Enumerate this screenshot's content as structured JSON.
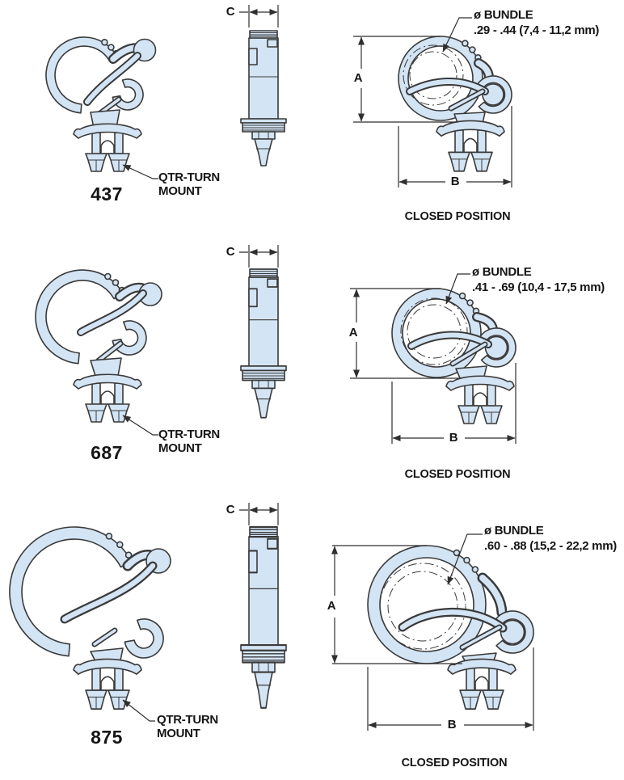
{
  "colors": {
    "part_fill": "#d3e4f4",
    "part_outline": "#3a3a3a",
    "dim_line": "#2f2f2f",
    "text": "#151515",
    "background": "#ffffff"
  },
  "rows": [
    {
      "part_number": "437",
      "mount_label": "QTR-TURN\nMOUNT",
      "dim_a": "A",
      "dim_b": "B",
      "dim_c": "C",
      "bundle_label": "ø BUNDLE",
      "bundle_range": ".29 - .44 (7,4 - 11,2 mm)",
      "closed_caption": "CLOSED POSITION"
    },
    {
      "part_number": "687",
      "mount_label": "QTR-TURN\nMOUNT",
      "dim_a": "A",
      "dim_b": "B",
      "dim_c": "C",
      "bundle_label": "ø BUNDLE",
      "bundle_range": ".41 - .69 (10,4 - 17,5 mm)",
      "closed_caption": "CLOSED POSITION"
    },
    {
      "part_number": "875",
      "mount_label": "QTR-TURN\nMOUNT",
      "dim_a": "A",
      "dim_b": "B",
      "dim_c": "C",
      "bundle_label": "ø BUNDLE",
      "bundle_range": ".60 - .88 (15,2 - 22,2 mm)",
      "closed_caption": "CLOSED POSITION"
    }
  ]
}
